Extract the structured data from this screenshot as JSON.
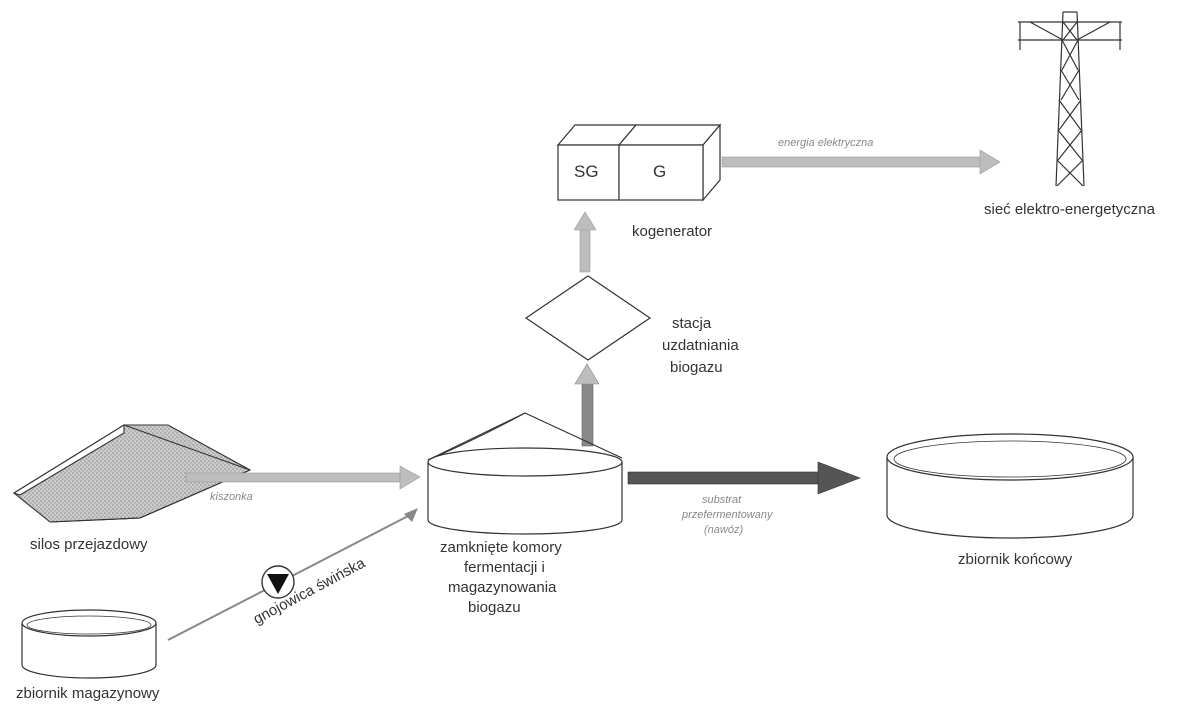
{
  "nodes": {
    "cogenerator_sg": "SG",
    "cogenerator_g": "G",
    "cogenerator_label": "kogenerator",
    "grid_label": "sieć elektro-energetyczna",
    "treatment_label_1": "stacja",
    "treatment_label_2": "uzdatniania",
    "treatment_label_3": "biogazu",
    "digester_label_1": "zamknięte komory",
    "digester_label_2": "fermentacji i",
    "digester_label_3": "magazynowania",
    "digester_label_4": "biogazu",
    "final_tank_label": "zbiornik końcowy",
    "silo_label": "silos przejazdowy",
    "storage_tank_label": "zbiornik magazynowy"
  },
  "flows": {
    "electricity": "energia elektryczna",
    "silage": "kiszonka",
    "digestate_1": "substrat",
    "digestate_2": "przefermentowany",
    "digestate_3": "(nawóz)",
    "manure": "gnojowica świńska"
  },
  "colors": {
    "line": "#222222",
    "arrow_light": "#bdbdbd",
    "arrow_dark": "#555555",
    "silo_fill": "#b8b8b8"
  }
}
